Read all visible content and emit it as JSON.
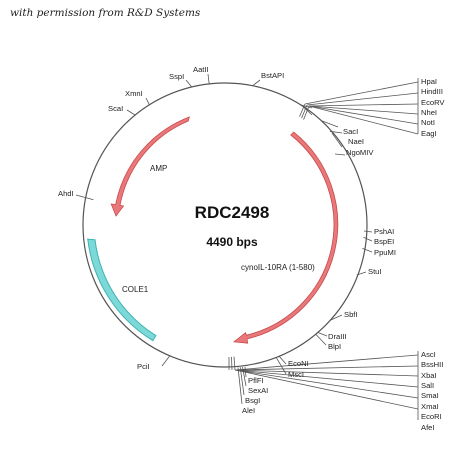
{
  "credit": "with permission from R&D Systems",
  "plasmid": {
    "name": "RDC2498",
    "size": "4490 bps"
  },
  "features": {
    "amp": "AMP",
    "insert": "cynoIL-10RA (1-580)",
    "ori": "COLE1"
  },
  "colors": {
    "arrow_fill": "#e8787a",
    "arrow_stroke": "#c94a4c",
    "ori_fill": "#7dd8d8",
    "ori_stroke": "#3fb3b5",
    "backbone": "#555555"
  },
  "sites": {
    "aatii": "AatII",
    "sspi": "SspI",
    "xmni": "XmnI",
    "scai": "ScaI",
    "ahdi": "AhdI",
    "bstapi": "BstAPI",
    "saci": "SacI",
    "naei": "NaeI",
    "ngomiv": "NgoMIV",
    "pshai": "PshAI",
    "bspei": "BspEI",
    "ppumi": "PpuMI",
    "stui": "StuI",
    "sbfi": "SbfI",
    "draiii": "DraIII",
    "blpi": "BlpI",
    "econi": "EcoNI",
    "msci": "MscI",
    "pflfi": "PflFI",
    "sexai": "SexAI",
    "bsgi": "BsgI",
    "alei": "AleI",
    "pcii": "PciI",
    "mcs1": [
      "HpaI",
      "HindIII",
      "EcoRV",
      "NheI",
      "NotI",
      "EagI"
    ],
    "mcs2": [
      "AscI",
      "BssHII",
      "XbaI",
      "SalI",
      "SmaI",
      "XmaI",
      "EcoRI",
      "AfeI"
    ]
  }
}
